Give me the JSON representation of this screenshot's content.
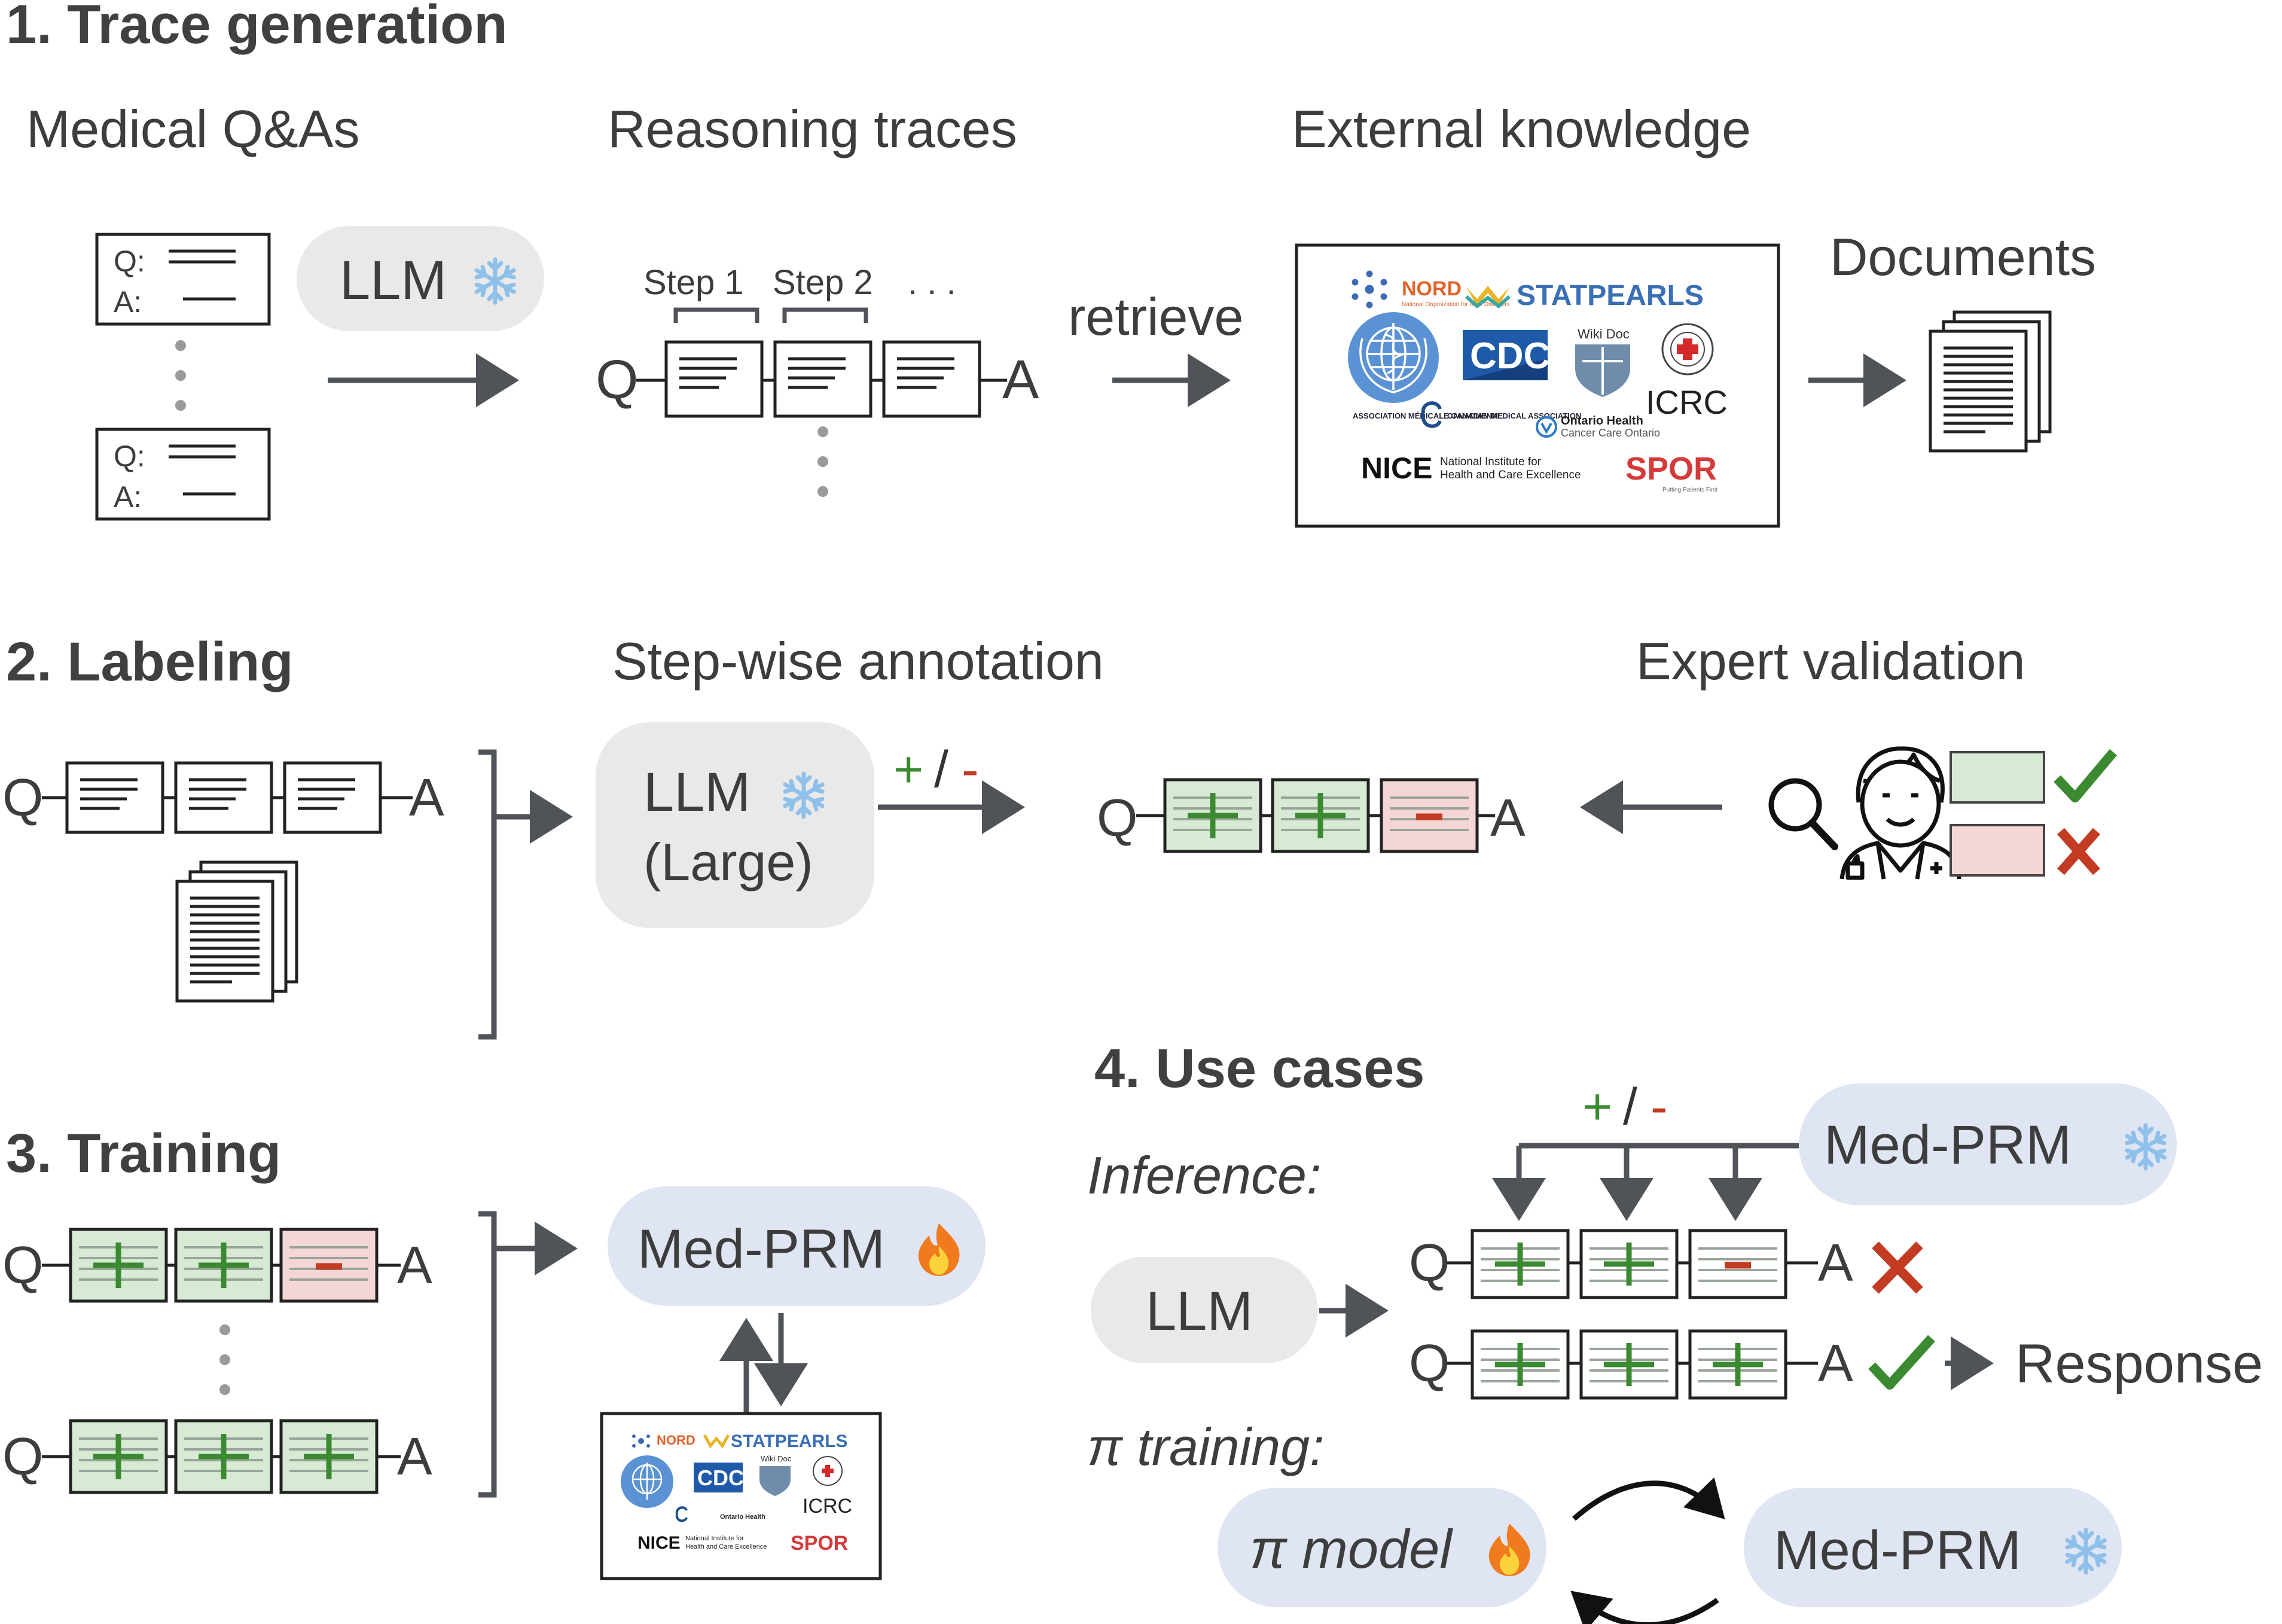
{
  "sections": {
    "trace_generation": "1. Trace generation",
    "labeling": "2. Labeling",
    "training": "3. Training",
    "use_cases": "4. Use cases"
  },
  "section1": {
    "medical_qas": "Medical Q&As",
    "reasoning_traces": "Reasoning traces",
    "external_knowledge": "External knowledge",
    "documents": "Documents",
    "llm": "LLM",
    "retrieve": "retrieve",
    "step1": "Step 1",
    "step2": "Step 2",
    "ellipsis": ". . .",
    "q_label": "Q:",
    "a_label": "A:",
    "q": "Q",
    "a": "A"
  },
  "knowledge_logos": {
    "nord": "NORD",
    "nord_sub": "National Organization for Rare Disorders",
    "statpearls": "STATPEARLS",
    "cdc": "CDC",
    "wikidoc": "Wiki Doc",
    "icrc": "ICRC",
    "cma_fr": "ASSOCIATION MÉDICALE CANADIENNE",
    "cma_en": "CANADIAN MEDICAL ASSOCIATION",
    "ontario": "Ontario Health",
    "ontario_sub": "Cancer Care Ontario",
    "nice": "NICE",
    "nice_sub1": "National Institute for",
    "nice_sub2": "Health and Care Excellence",
    "spor": "SPOR",
    "spor_sub": "Putting Patients First"
  },
  "section2": {
    "stepwise_annotation": "Step-wise annotation",
    "expert_validation": "Expert validation",
    "llm": "LLM",
    "large": "(Large)",
    "plus": "+",
    "slash": "/",
    "minus": "-",
    "q": "Q",
    "a": "A"
  },
  "section3": {
    "med_prm": "Med-PRM",
    "q": "Q",
    "a": "A"
  },
  "section4": {
    "inference": "Inference:",
    "pi_training": "π training:",
    "med_prm": "Med-PRM",
    "llm": "LLM",
    "response": "Response",
    "pi_model": "π model",
    "plus": "+",
    "slash": "/",
    "minus": "-",
    "q": "Q",
    "a": "A"
  },
  "colors": {
    "positive_step": "#d6ead4",
    "negative_step": "#f5d6d6",
    "plus_green": "#3b8a32",
    "minus_red": "#c23b22",
    "pill_gray": "#e9e9e9",
    "pill_blue": "#dfe5f2",
    "snowflake": "#8fc0ea",
    "fire": "#f07a1e"
  },
  "icons": {
    "frozen": "snowflake-icon",
    "trainable": "fire-icon",
    "expert": "doctor-icon",
    "search": "magnifier-icon",
    "correct": "check-icon",
    "wrong": "cross-icon"
  }
}
